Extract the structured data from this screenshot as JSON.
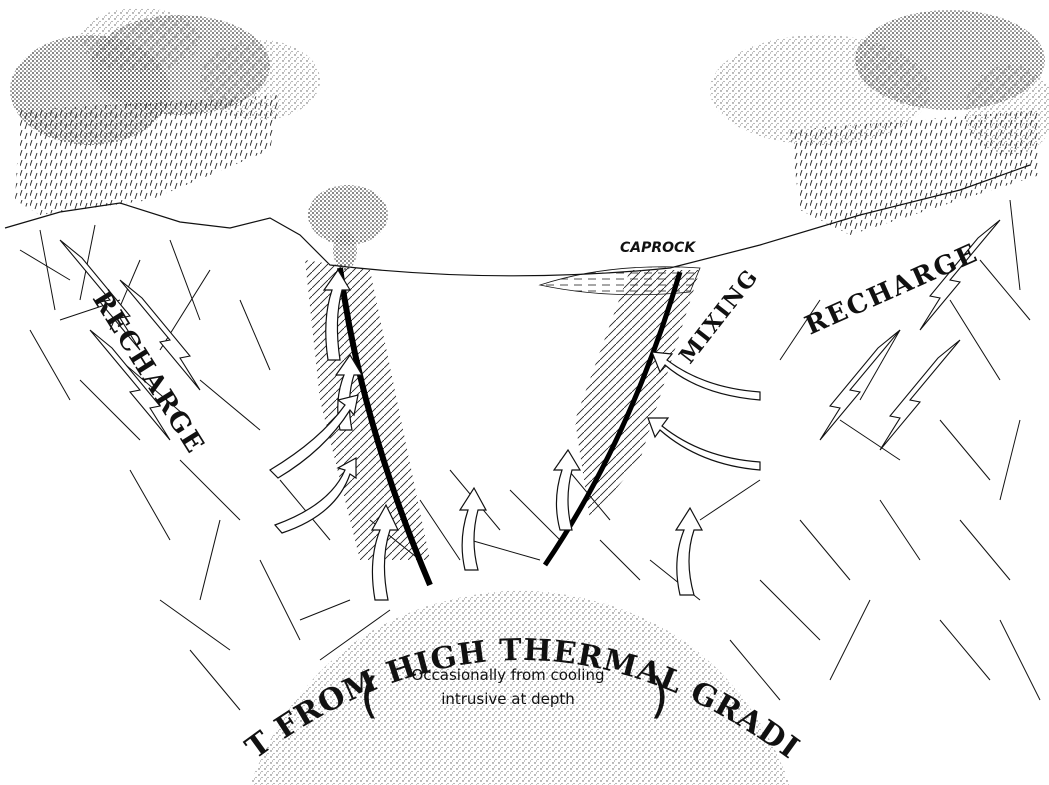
{
  "labels": {
    "recharge_left": "RECHARGE",
    "recharge_right": "RECHARGE",
    "mixing": "MIXING",
    "caprock": "CAPROCK",
    "heat_source": "HEAT FROM HIGH THERMAL GRADIENT",
    "heat_note_line1": "Occasionally from cooling",
    "heat_note_line2": "intrusive at depth"
  },
  "icons": [
    "cloud-icon",
    "rain-icon",
    "steam-plume-icon",
    "fault-line-icon",
    "flow-arrow-icon"
  ],
  "colors": {
    "ink": "#111111",
    "paper": "#ffffff",
    "stipple": "#555555"
  }
}
